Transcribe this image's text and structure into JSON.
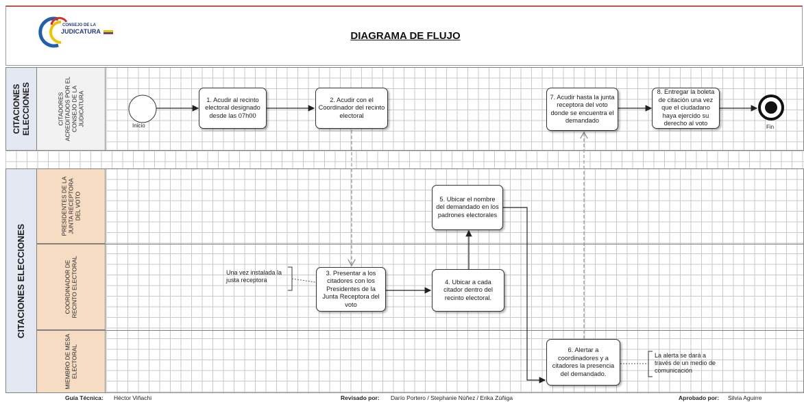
{
  "header": {
    "logo_line1": "CONSEJO DE LA",
    "logo_line2": "JUDICATURA",
    "title": "DIAGRAMA DE FLUJO"
  },
  "pools": [
    {
      "label_line1": "CITACIONES",
      "label_line2": "ELECCIONES"
    },
    {
      "label": "CITACIONES ELECCIONES"
    }
  ],
  "lanes": {
    "top": "CITADORES ACREDITADOS POR EL CONSEJO DE LA JUDICATURA",
    "presidentes": "PRESIDENTES DE LA JUNTA RECEPTORA DEL VOTO",
    "coordinador": "COORDINADOR DE RECINTO ELECTORAL",
    "miembro": "MIEMBRO DE MESA ELECTORAL"
  },
  "events": {
    "start_label": "Inicio",
    "end_label": "Fin"
  },
  "tasks": {
    "t1": "1. Acudir al recinto electoral designado desde las 07h00",
    "t2": "2. Acudir con el Coordinador del recinto electoral",
    "t3": "3. Presentar a los citadores con los Presidentes de la Junta Receptora del voto",
    "t4": "4. Ubicar a cada citador dentro del recinto electoral.",
    "t5": "5. Ubicar el nombre del demandado en los padrones electorales",
    "t6": "6. Alertar a coordinadores y a citadores la presencia del demandado.",
    "t7": "7. Acudir hasta la junta receptora del voto donde se encuentra el demandado",
    "t8": "8. Entregar la boleta de citación una vez que el ciudadano haya ejercido su derecho al voto"
  },
  "annotations": {
    "a1": "Una vez instalada la justa receptora",
    "a2": "La alerta se dará a través de un medio de comunicación"
  },
  "footer": {
    "guia_key": "Guía Técnica:",
    "guia_val": "Héctor Viñachi",
    "revisado_key": "Revisado por:",
    "revisado_val": "Darío Portero / Stephanie Núñez / Erika Zúñiga",
    "aprobado_key": "Aprobado por:",
    "aprobado_val": "Silvia Aguirre"
  },
  "colors": {
    "pool_fill": "#e4e8f2",
    "top_lane_fill": "#f2f2f2",
    "lane_fill": "#f7dcc4",
    "header_border": "#c0504d"
  }
}
